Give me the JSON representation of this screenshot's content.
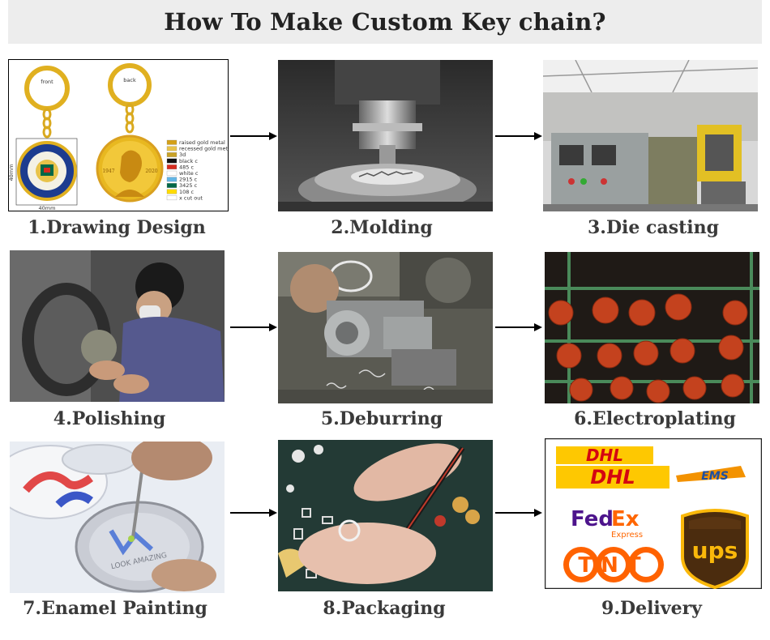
{
  "title": "How To Make Custom Key chain?",
  "steps": [
    {
      "label": "1.Drawing Design"
    },
    {
      "label": "2.Molding"
    },
    {
      "label": "3.Die casting"
    },
    {
      "label": "4.Polishing"
    },
    {
      "label": "5.Deburring"
    },
    {
      "label": "6.Electroplating"
    },
    {
      "label": "7.Enamel Painting"
    },
    {
      "label": "8.Packaging"
    },
    {
      "label": "9.Delivery"
    }
  ],
  "design": {
    "front_label": "front",
    "back_label": "back",
    "size_label": "40mm",
    "side_label": "40mm",
    "year_left": "1947",
    "year_right": "2020",
    "legend": [
      {
        "text": "raised gold metal",
        "color": "#d4a017"
      },
      {
        "text": "recessed gold metal",
        "color": "#e8c34a"
      },
      {
        "text": "3d",
        "color": "#c9a227"
      },
      {
        "text": "black c",
        "color": "#111111"
      },
      {
        "text": "485 c",
        "color": "#d52b1e"
      },
      {
        "text": "white c",
        "color": "#ffffff"
      },
      {
        "text": "2915 c",
        "color": "#62b5e5"
      },
      {
        "text": "3425 c",
        "color": "#006747"
      },
      {
        "text": "108 c",
        "color": "#fedb00"
      },
      {
        "text": "x cut out",
        "color": "#ffffff"
      }
    ]
  },
  "delivery": {
    "dhl": "DHL",
    "ems": "EMS",
    "fedex_fed": "Fed",
    "fedex_ex": "Ex",
    "fedex_express": "Express",
    "tnt": "TNT",
    "ups": "ups"
  },
  "enamel_coin_text": "LOOK AMAZING"
}
